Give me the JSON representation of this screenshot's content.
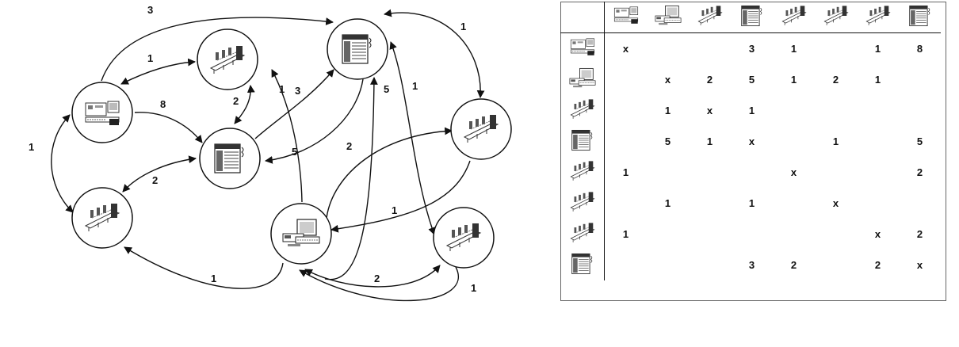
{
  "nodes": [
    {
      "id": "A",
      "icon": "server-with-monitor-icon"
    },
    {
      "id": "B",
      "icon": "assembly-line-icon"
    },
    {
      "id": "C",
      "icon": "cabinet-terminal-icon"
    },
    {
      "id": "D",
      "icon": "cabinet-terminal-icon"
    },
    {
      "id": "E",
      "icon": "assembly-line-icon"
    },
    {
      "id": "F",
      "icon": "assembly-line-icon"
    },
    {
      "id": "G",
      "icon": "workstation-computer-icon"
    },
    {
      "id": "H",
      "icon": "assembly-line-icon"
    }
  ],
  "edges": [
    {
      "from": "A",
      "to": "C",
      "label": "3"
    },
    {
      "from": "A",
      "to": "B",
      "label": "1"
    },
    {
      "from": "A",
      "to": "D",
      "label": "8"
    },
    {
      "from": "A",
      "to": "F",
      "label": "1"
    },
    {
      "from": "B",
      "to": "D",
      "label": "2"
    },
    {
      "from": "D",
      "to": "C",
      "label": "3"
    },
    {
      "from": "C",
      "to": "D",
      "label": "5"
    },
    {
      "from": "D",
      "to": "F",
      "label": "2"
    },
    {
      "from": "C",
      "to": "E",
      "label": "1"
    },
    {
      "from": "C",
      "to": "H",
      "label": "1"
    },
    {
      "from": "G",
      "to": "C",
      "label": "5"
    },
    {
      "from": "G",
      "to": "B",
      "label": "1"
    },
    {
      "from": "G",
      "to": "E",
      "label": "2"
    },
    {
      "from": "E",
      "to": "G",
      "label": "1"
    },
    {
      "from": "G",
      "to": "F",
      "label": "1"
    },
    {
      "from": "G",
      "to": "H",
      "label": "2"
    },
    {
      "from": "H",
      "to": "G",
      "label": "1"
    }
  ],
  "matrix": {
    "column_icons": [
      "server-with-monitor-icon",
      "workstation-computer-icon",
      "assembly-line-icon",
      "cabinet-terminal-icon",
      "assembly-line-icon",
      "assembly-line-icon",
      "assembly-line-icon",
      "cabinet-terminal-icon"
    ],
    "row_icons": [
      "server-with-monitor-icon",
      "workstation-computer-icon",
      "assembly-line-icon",
      "cabinet-terminal-icon",
      "assembly-line-icon",
      "assembly-line-icon",
      "assembly-line-icon",
      "cabinet-terminal-icon"
    ],
    "rows": [
      [
        "x",
        "",
        "",
        "3",
        "1",
        "",
        "1",
        "8"
      ],
      [
        "",
        "x",
        "2",
        "5",
        "1",
        "2",
        "1",
        ""
      ],
      [
        "",
        "1",
        "x",
        "1",
        "",
        "",
        "",
        ""
      ],
      [
        "",
        "5",
        "1",
        "x",
        "",
        "1",
        "",
        "5"
      ],
      [
        "1",
        "",
        "",
        "",
        "x",
        "",
        "",
        "2"
      ],
      [
        "",
        "1",
        "",
        "1",
        "",
        "x",
        "",
        ""
      ],
      [
        "1",
        "",
        "",
        "",
        "",
        "",
        "x",
        "2"
      ],
      [
        "",
        "",
        "",
        "3",
        "2",
        "",
        "2",
        "x"
      ]
    ]
  }
}
